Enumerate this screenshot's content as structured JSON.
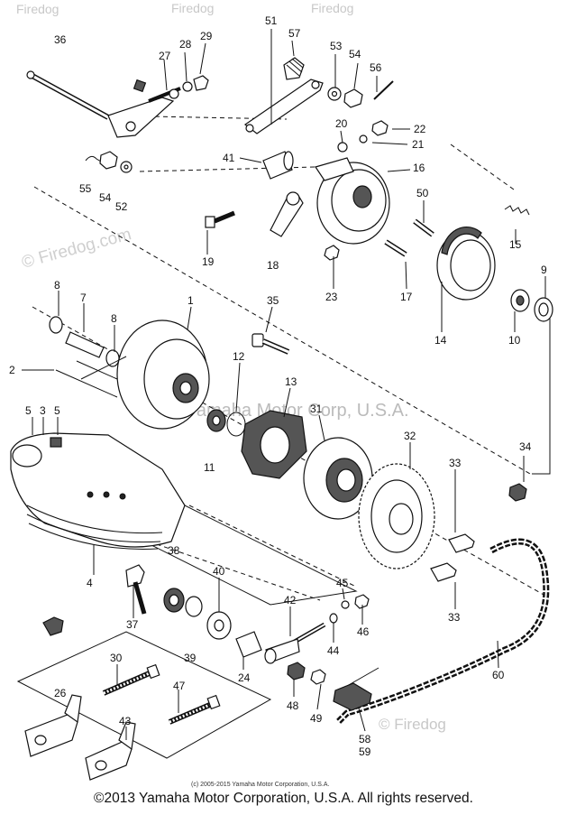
{
  "watermarks": {
    "top": [
      "Firedog",
      "Firedog",
      "Firedog"
    ],
    "brand": "© Firedog.com",
    "mid": "Yamaha Motor Corp, U.S.A.",
    "bottom": "© Firedog"
  },
  "credit": "(c) 2005-2015 Yamaha Motor Corporation, U.S.A.",
  "footer": "©2013 Yamaha Motor Corporation, U.S.A. All rights reserved.",
  "callouts": {
    "c1": "1",
    "c2": "2",
    "c3": "3",
    "c4": "4",
    "c5a": "5",
    "c5b": "5",
    "c7": "7",
    "c8a": "8",
    "c8b": "8",
    "c9": "9",
    "c10": "10",
    "c11": "11",
    "c12": "12",
    "c13": "13",
    "c14": "14",
    "c15": "15",
    "c16": "16",
    "c17": "17",
    "c18": "18",
    "c19": "19",
    "c20": "20",
    "c21": "21",
    "c22": "22",
    "c23": "23",
    "c24": "24",
    "c26": "26",
    "c27": "27",
    "c28": "28",
    "c29": "29",
    "c30": "30",
    "c31": "31",
    "c32": "32",
    "c33a": "33",
    "c33b": "33",
    "c34": "34",
    "c35": "35",
    "c36": "36",
    "c37": "37",
    "c38": "38",
    "c39": "39",
    "c40": "40",
    "c41": "41",
    "c42": "42",
    "c43": "43",
    "c44": "44",
    "c45": "45",
    "c46": "46",
    "c47": "47",
    "c48": "48",
    "c49": "49",
    "c50": "50",
    "c51": "51",
    "c52": "52",
    "c53": "53",
    "c54a": "54",
    "c54b": "54",
    "c55": "55",
    "c56": "56",
    "c57": "57",
    "c58": "58",
    "c59": "59",
    "c60": "60"
  }
}
